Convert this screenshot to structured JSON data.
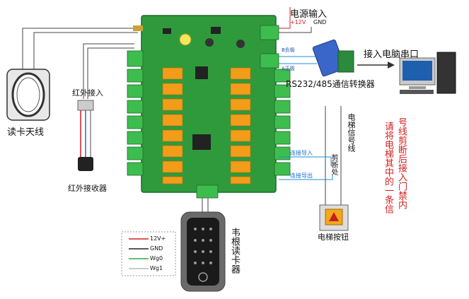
{
  "labels": {
    "power_input": "电源输入",
    "plus12v": "+12V",
    "gnd": "GND",
    "b_minus": "B负极",
    "a_plus": "A正极",
    "pc_serial": "接入电脑串口",
    "converter": "RS232/485通信转换器",
    "ir_connect": "红外接入",
    "card_antenna": "读卡天线",
    "ir_receiver": "红外接收器",
    "elevator_signal": "电梯信号线",
    "cut_point": "剪断处",
    "connect_in": "连接导入",
    "connect_out": "连接导出",
    "note_col1": "号线剪断后接入门禁内",
    "note_col2": "请将电梯其中的一条信",
    "elevator_button": "电梯按钮",
    "wiegand_reader": "韦根读卡器",
    "wg_12v": "12V+",
    "wg_gnd": "GND",
    "wg0": "Wg0",
    "wg1": "Wg1"
  },
  "colors": {
    "board": "#2f9a3c",
    "terminal": "#3dbd4e",
    "relay": "#f29c1a",
    "note_red": "#d32020",
    "wire_blue": "#1e8fd6"
  }
}
